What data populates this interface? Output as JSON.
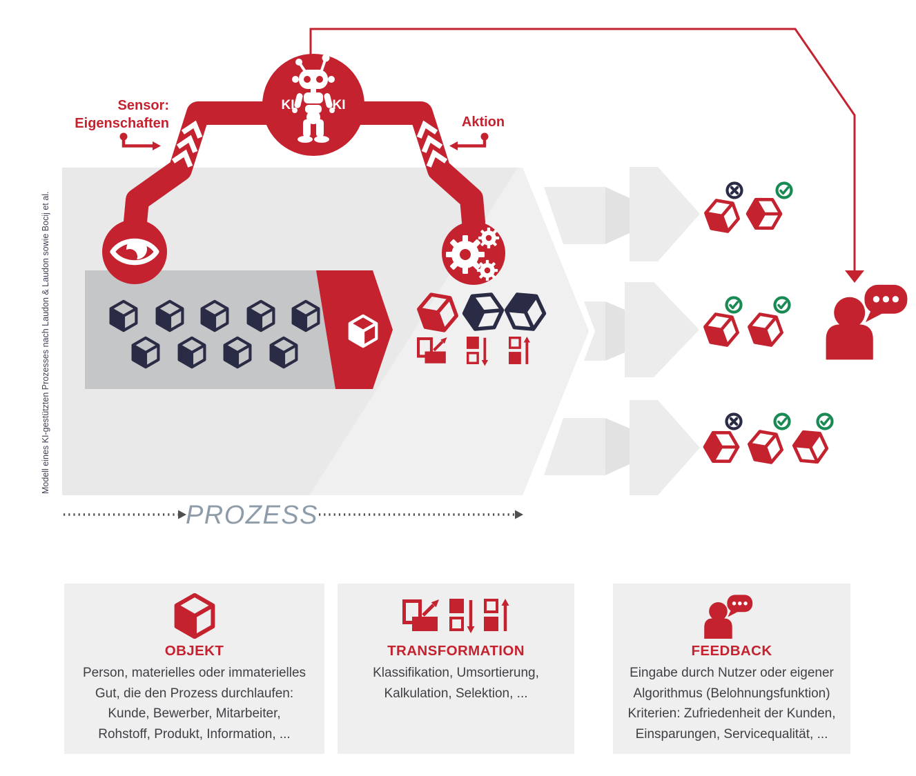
{
  "colors": {
    "red": "#c4222f",
    "navy": "#2a2b45",
    "green": "#1a8a55",
    "process_arrow_gray": "#e9e9ea",
    "conveyor_gray": "#c5c6c8",
    "card_background": "#efefef",
    "body_text": "#3f4045",
    "prozess_label_gray": "#8e9caa"
  },
  "caption": "Modell eines KI-gestützten Prozesses nach Laudon & Laudon sowie Bocij et al.",
  "diagram": {
    "ki_label_left": "KI",
    "ki_label_right": "KI",
    "sensor_label": "Sensor:",
    "sensor_sublabel": "Eigenschaften",
    "aktion_label": "Aktion",
    "prozess_label": "PROZESS"
  },
  "icons": {
    "robot": "ki-robot-icon",
    "eye": "eye-sensor-icon",
    "gears": "gears-actuator-icon",
    "cube": "object-cube-icon",
    "person_speech": "person-feedback-icon",
    "check_badge": "check-badge-icon",
    "x_badge": "x-badge-icon",
    "transform_resize": "transform-resize-icon",
    "transform_sort_down": "transform-sort-down-icon",
    "transform_sort_up": "transform-sort-up-icon"
  },
  "cards": [
    {
      "title": "OBJEKT",
      "lines": [
        "Person, materielles oder immaterielles",
        "Gut, die den Prozess durchlaufen:",
        "Kunde, Bewerber, Mitarbeiter,",
        "Rohstoff, Produkt, Information, ..."
      ]
    },
    {
      "title": "TRANSFORMATION",
      "lines": [
        "Klassifikation, Umsortierung,",
        "Kalkulation, Selektion, ..."
      ]
    },
    {
      "title": "FEEDBACK",
      "lines": [
        "Eingabe durch Nutzer oder eigener",
        "Algorithmus (Belohnungsfunktion)",
        "Kriterien: Zufriedenheit der Kunden,",
        "Einsparungen, Servicequalität, ..."
      ]
    }
  ]
}
